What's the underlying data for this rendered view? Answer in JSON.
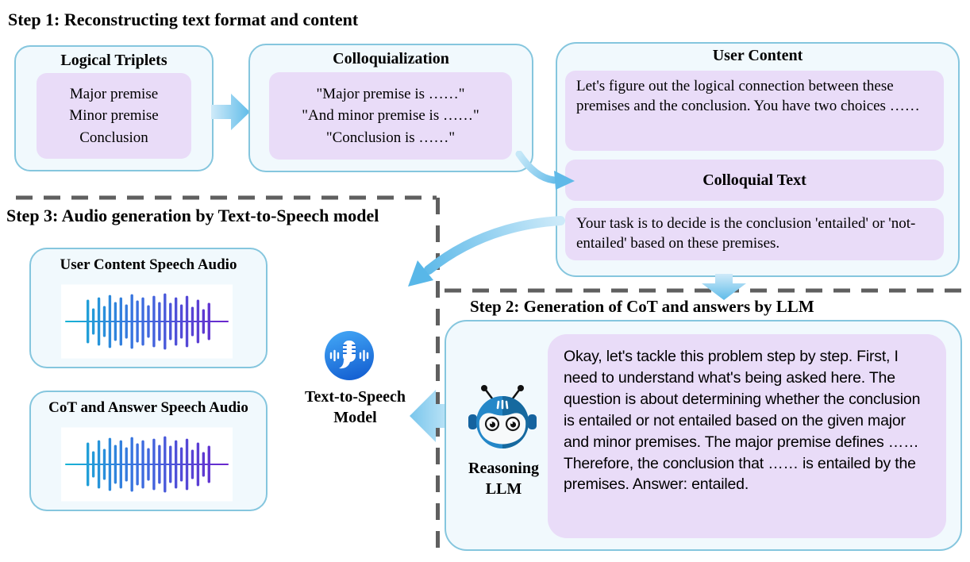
{
  "step1": {
    "title": "Step 1: Reconstructing text format and content",
    "logical_triplets": {
      "title": "Logical Triplets",
      "lines": [
        "Major premise",
        "Minor premise",
        "Conclusion"
      ]
    },
    "colloquialization": {
      "title": "Colloquialization",
      "lines": [
        "\"Major premise is ……\"",
        "\"And minor premise is ……\"",
        "\"Conclusion is ……\""
      ]
    },
    "user_content": {
      "title": "User Content",
      "intro": "Let's figure out the logical connection between these premises and the conclusion. You have two choices ……",
      "colloquial_label": "Colloquial Text",
      "task": "Your task is to decide is the conclusion 'entailed' or 'not-entailed' based on these premises."
    }
  },
  "step2": {
    "title": "Step 2: Generation of CoT and answers by LLM",
    "reasoning_llm_label": [
      "Reasoning",
      "LLM"
    ],
    "cot_paragraphs": [
      "Okay, let's tackle this problem step by step. First, I need to understand what's being asked here. The question is about determining whether the conclusion is entailed or not entailed based on the given major and minor premises. The major premise defines ……",
      "Therefore, the conclusion that …… is entailed by the premises. Answer: entailed."
    ]
  },
  "step3": {
    "title": "Step 3: Audio generation by Text-to-Speech model",
    "user_audio_title": "User Content Speech Audio",
    "cot_audio_title": "CoT and Answer Speech Audio",
    "tts_label": [
      "Text-to-Speech",
      "Model"
    ]
  },
  "icons": {
    "reasoning_llm": "robot-icon",
    "tts_model": "microphone-speech-icon",
    "audio": "audio-waveform"
  },
  "colors": {
    "panel-border": "#85c6de",
    "panel-bg": "#f1f9fd",
    "lavender": "#e9dcf8",
    "arrow-light": "#cfeaf9",
    "arrow-deep": "#5fbce9",
    "dash-gray": "#5f5f5f",
    "wave-teal": "#14b8d4",
    "wave-purple": "#6d22cc",
    "tts-blue-top": "#41a4f4",
    "tts-blue-bottom": "#1460d2",
    "robot-blue": "#2487c8"
  }
}
